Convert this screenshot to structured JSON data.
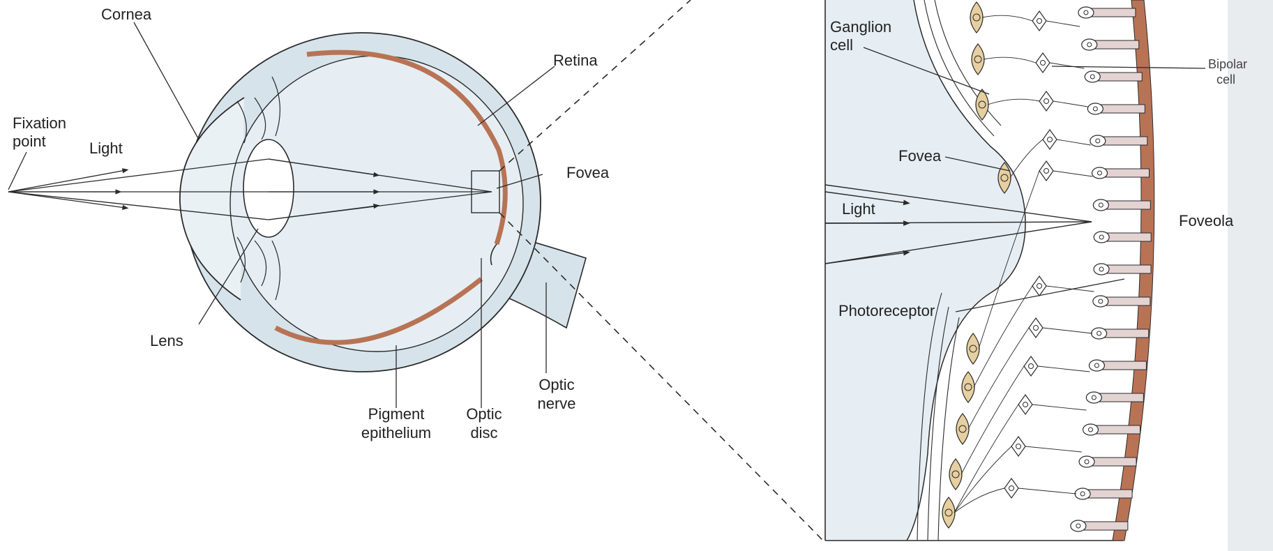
{
  "eye": {
    "cornea": "Cornea",
    "retina": "Retina",
    "fixation_point": [
      "Fixation",
      "point"
    ],
    "light": "Light",
    "fovea": "Fovea",
    "lens": "Lens",
    "pigment_epithelium": [
      "Pigment",
      "epithelium"
    ],
    "optic_disc": [
      "Optic",
      "disc"
    ],
    "optic_nerve": [
      "Optic",
      "nerve"
    ]
  },
  "detail": {
    "ganglion_cell": [
      "Ganglion",
      "cell"
    ],
    "bipolar_cell": [
      "Bipolar",
      "cell"
    ],
    "fovea": "Fovea",
    "light": "Light",
    "foveola": "Foveola",
    "photoreceptor": "Photoreceptor"
  },
  "colors": {
    "sclera_fill": "#d6e3ea",
    "interior_fill": "#e6eef3",
    "pigment_layer": "#b87355",
    "ganglion_fill": "#e6cfa0",
    "photoreceptor_fill": "#e4d3d3",
    "line": "#2a2a2a"
  }
}
